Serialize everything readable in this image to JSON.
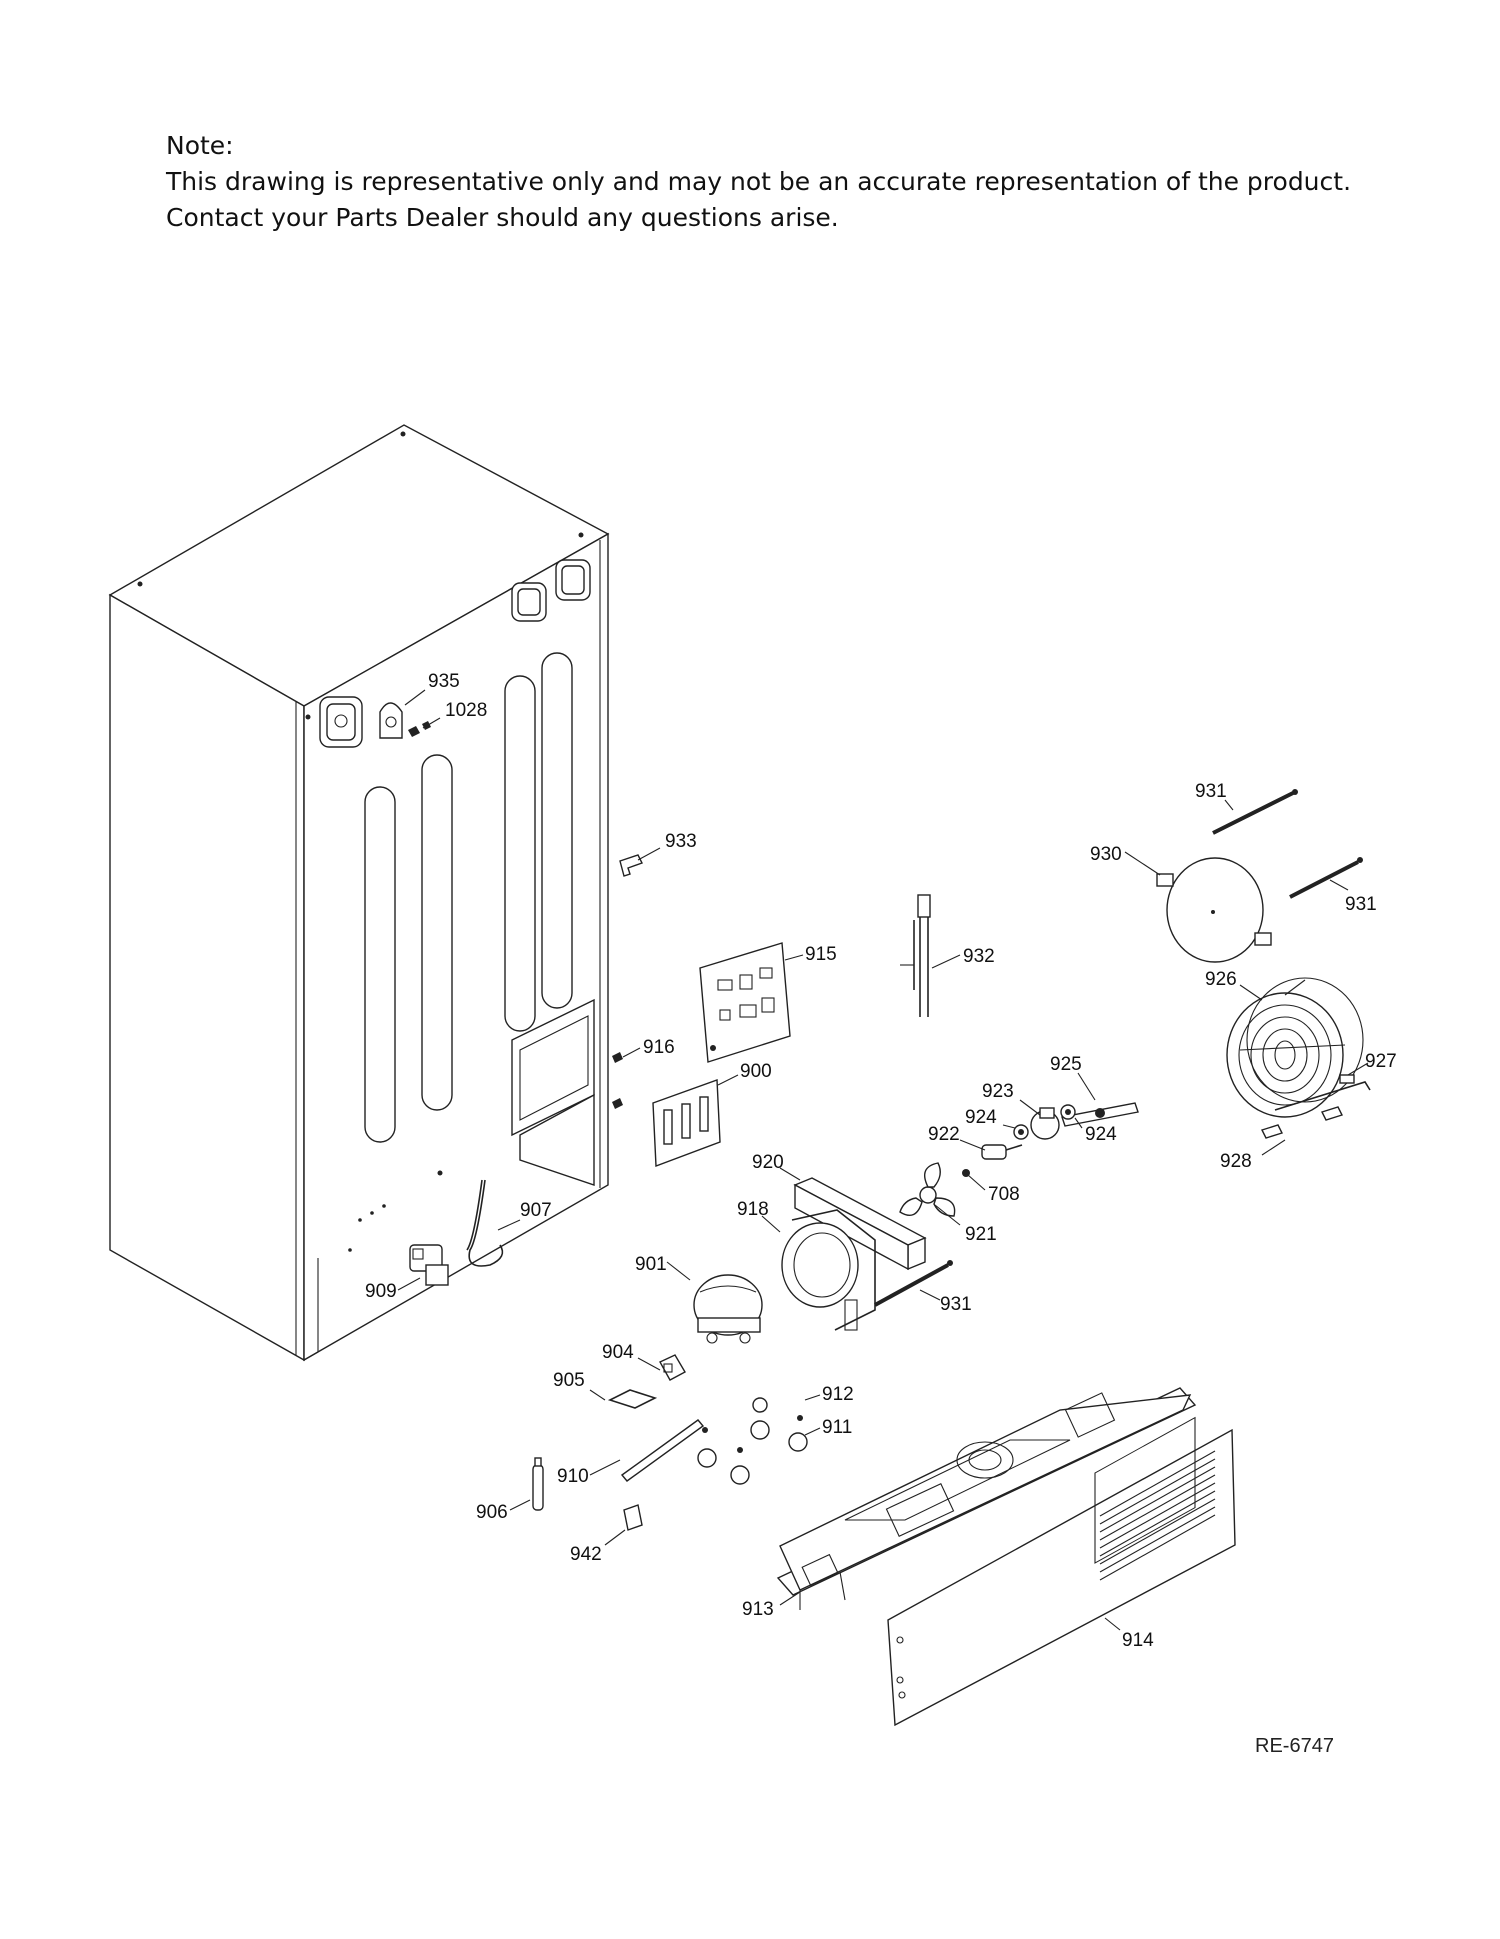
{
  "note": {
    "heading": "Note:",
    "line1": "This drawing is representative only and may not be an accurate representation of the product.",
    "line2": "Contact your Parts Dealer should any questions arise."
  },
  "reference_code": "RE-6747",
  "callouts": [
    {
      "id": "935",
      "text": "935"
    },
    {
      "id": "1028",
      "text": "1028"
    },
    {
      "id": "933",
      "text": "933"
    },
    {
      "id": "931a",
      "text": "931"
    },
    {
      "id": "930",
      "text": "930"
    },
    {
      "id": "931b",
      "text": "931"
    },
    {
      "id": "915",
      "text": "915"
    },
    {
      "id": "932",
      "text": "932"
    },
    {
      "id": "926",
      "text": "926"
    },
    {
      "id": "916",
      "text": "916"
    },
    {
      "id": "900",
      "text": "900"
    },
    {
      "id": "925",
      "text": "925"
    },
    {
      "id": "927",
      "text": "927"
    },
    {
      "id": "923",
      "text": "923"
    },
    {
      "id": "924a",
      "text": "924"
    },
    {
      "id": "922",
      "text": "922"
    },
    {
      "id": "924b",
      "text": "924"
    },
    {
      "id": "928",
      "text": "928"
    },
    {
      "id": "920",
      "text": "920"
    },
    {
      "id": "708",
      "text": "708"
    },
    {
      "id": "918",
      "text": "918"
    },
    {
      "id": "921",
      "text": "921"
    },
    {
      "id": "907",
      "text": "907"
    },
    {
      "id": "901",
      "text": "901"
    },
    {
      "id": "931c",
      "text": "931"
    },
    {
      "id": "909",
      "text": "909"
    },
    {
      "id": "904",
      "text": "904"
    },
    {
      "id": "905",
      "text": "905"
    },
    {
      "id": "912",
      "text": "912"
    },
    {
      "id": "911",
      "text": "911"
    },
    {
      "id": "910",
      "text": "910"
    },
    {
      "id": "906",
      "text": "906"
    },
    {
      "id": "942",
      "text": "942"
    },
    {
      "id": "913",
      "text": "913"
    },
    {
      "id": "914",
      "text": "914"
    }
  ]
}
